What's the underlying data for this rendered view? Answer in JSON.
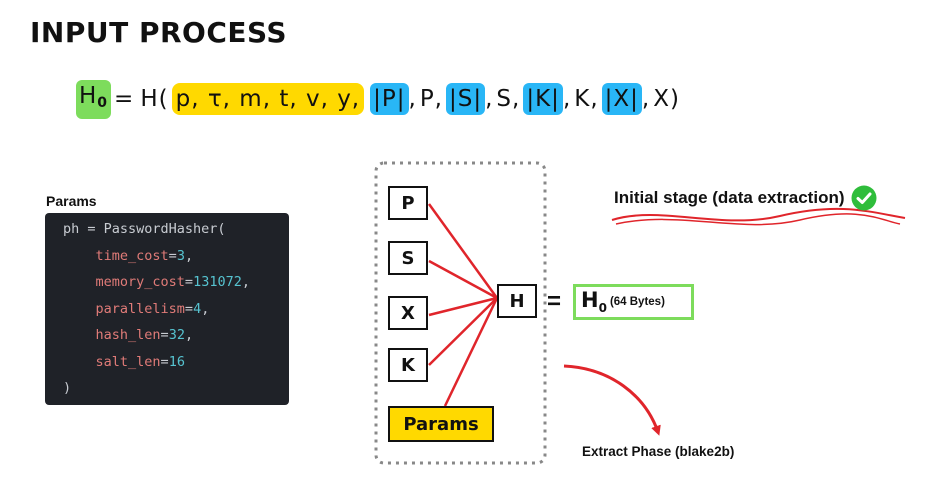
{
  "title": "INPUT PROCESS",
  "formula": {
    "h0_base": "H",
    "h0_sub": "0",
    "equals": "=",
    "func_open": "H(",
    "yellow_terms": "p, τ, m, t, v, y,",
    "len_p": "|P|",
    "sep1": ",",
    "p": "P,",
    "len_s": "|S|",
    "sep2": ",",
    "s": "S,",
    "len_k": "|K|",
    "sep3": ",",
    "k": "K,",
    "len_x": "|X|",
    "sep4": ",",
    "x_close": "X)"
  },
  "params_label": "Params",
  "code_lines": {
    "l1": "ph = PasswordHasher(",
    "l2_key": "time_cost",
    "l2_eq": "=",
    "l2_val": "3",
    "l2_tail": ",",
    "l3_key": "memory_cost",
    "l3_eq": "=",
    "l3_val": "131072",
    "l3_tail": ",",
    "l4_key": "parallelism",
    "l4_eq": "=",
    "l4_val": "4",
    "l4_tail": ",",
    "l5_key": "hash_len",
    "l5_eq": "=",
    "l5_val": "32",
    "l5_tail": ",",
    "l6_key": "salt_len",
    "l6_eq": "=",
    "l6_val": "16",
    "l7": ")"
  },
  "inputs": {
    "p": "P",
    "s": "S",
    "x": "X",
    "k": "K",
    "params": "Params"
  },
  "hash_node": "H",
  "equals": "=",
  "result": {
    "base": "H",
    "sub": "0",
    "size": "(64 Bytes)"
  },
  "stage_text": "Initial stage (data extraction)",
  "extract_text": "Extract Phase (blake2b)",
  "colors": {
    "green": "#7ddc5c",
    "yellow": "#ffd900",
    "blue": "#29b6f6",
    "red": "#e0252b",
    "code_bg": "#1f2228"
  },
  "icons": {
    "check": "check-circle-icon"
  }
}
